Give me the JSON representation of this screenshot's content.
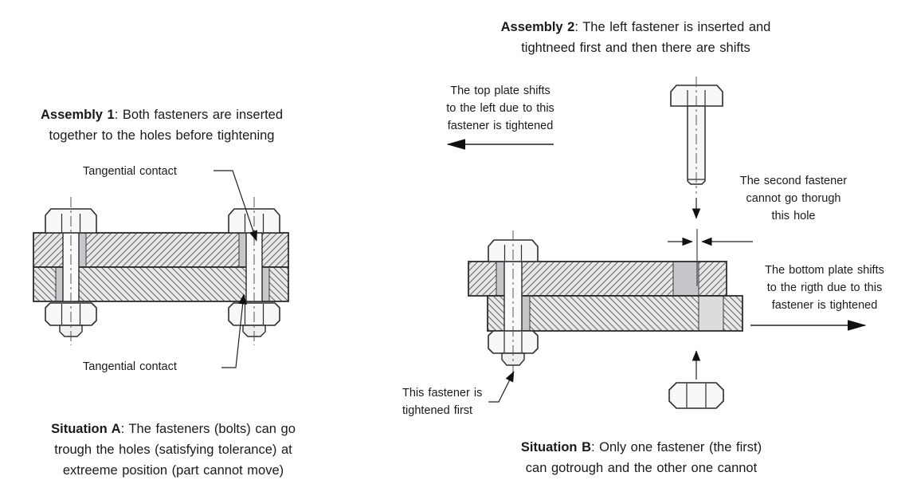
{
  "assembly1": {
    "title": {
      "bold": "Assembly 1",
      "line1_rest": ": Both fasteners are inserted",
      "line2": "together to the holes before tightening"
    },
    "labels": {
      "tangential_top": "Tangential contact",
      "tangential_bottom": "Tangential contact"
    },
    "situation": {
      "bold": "Situation A",
      "line1_rest": ": The fasteners (bolts) can go",
      "line2": "trough the holes (satisfying tolerance) at",
      "line3": "extreeme position (part cannot move)"
    }
  },
  "assembly2": {
    "title": {
      "bold": "Assembly 2",
      "line1_rest": ": The left fastener is inserted and",
      "line2": "tightneed first and then there are shifts"
    },
    "labels": {
      "top_plate": {
        "line1": "The top plate shifts",
        "line2": "to the left due to this",
        "line3": "fastener is tightened"
      },
      "second_fastener": {
        "line1": "The second fastener",
        "line2": "cannot go thorugh",
        "line3": "this hole"
      },
      "bottom_plate": {
        "line1": "The bottom plate shifts",
        "line2": "to the rigth due to this",
        "line3": "fastener is tightened"
      },
      "first_fastener": {
        "line1": "This fastener is",
        "line2": "tightened first"
      }
    },
    "situation": {
      "bold": "Situation B",
      "line1_rest": ": Only one fastener (the first)",
      "line2": "can gotrough and the other one cannot"
    }
  },
  "colors": {
    "text": "#1a1a1a",
    "outline": "#2b2b2b",
    "hatch_line": "#6a6a6a",
    "plate_fill": "#e8e8e8",
    "clearance_gray": "#c7c7cb",
    "hole_light_gray": "#dcdcdc",
    "bolt_fill": "#f8f8f8"
  }
}
